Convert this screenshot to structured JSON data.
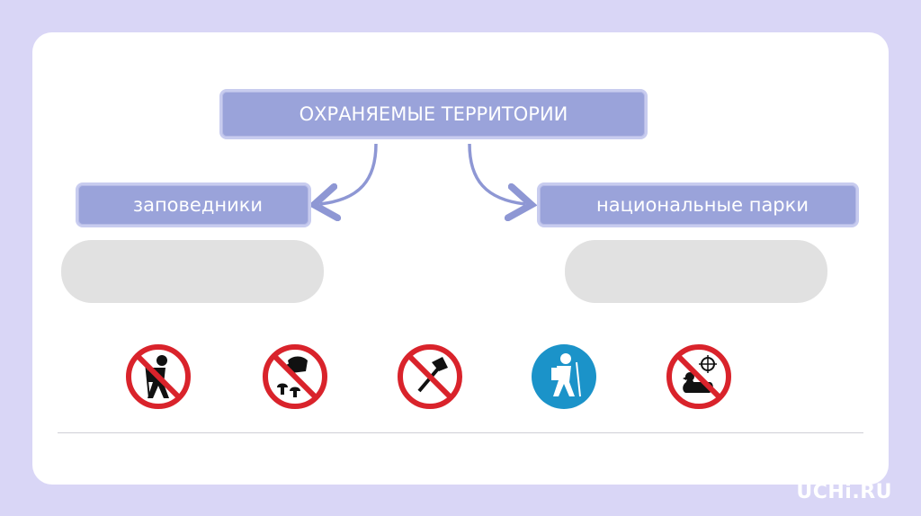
{
  "diagram": {
    "title": "ОХРАНЯЕМЫЕ ТЕРРИТОРИИ",
    "left_box": "заповедники",
    "right_box": "национальные парки"
  },
  "icons": [
    {
      "name": "no-hiking-icon",
      "kind": "prohibition"
    },
    {
      "name": "no-picking-flowers-mushrooms-icon",
      "kind": "prohibition"
    },
    {
      "name": "no-axe-icon",
      "kind": "prohibition"
    },
    {
      "name": "hiking-allowed-icon",
      "kind": "permission"
    },
    {
      "name": "no-hunting-duck-icon",
      "kind": "prohibition"
    }
  ],
  "colors": {
    "box_fill": "#9aa3da",
    "arrow": "#8e97d4",
    "prohibition_red": "#d9232b",
    "permission_blue": "#1b93c9"
  },
  "logo": "UCHi.RU"
}
